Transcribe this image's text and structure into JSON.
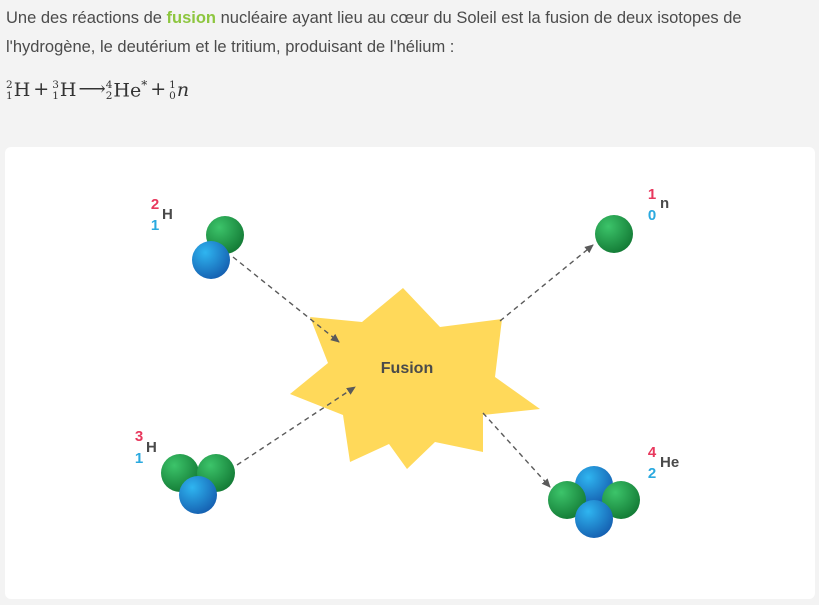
{
  "intro": {
    "before": "Une des réactions de ",
    "keyword": "fusion",
    "after": " nucléaire ayant lieu au cœur du Soleil est la fusion de deux isotopes de l'hydrogène, le deutérium et le tritium, produisant de l'hélium :"
  },
  "equation": {
    "reactant1": {
      "mass": "2",
      "atomic": "1",
      "symbol": "H"
    },
    "plus1": "+",
    "reactant2": {
      "mass": "3",
      "atomic": "1",
      "symbol": "H"
    },
    "arrow": "⟶",
    "product1": {
      "mass": "4",
      "atomic": "2",
      "symbol": "He",
      "star": "*"
    },
    "plus2": "+",
    "product2": {
      "mass": "1",
      "atomic": "0",
      "symbol": "n"
    }
  },
  "diagram": {
    "center_label": "Fusion",
    "deuterium": {
      "mass": "2",
      "atomic": "1",
      "symbol": "H"
    },
    "tritium": {
      "mass": "3",
      "atomic": "1",
      "symbol": "H"
    },
    "neutron": {
      "mass": "1",
      "atomic": "0",
      "symbol": "n"
    },
    "helium": {
      "mass": "4",
      "atomic": "2",
      "symbol": "He"
    },
    "colors": {
      "neutron": "#1f9a47",
      "proton": "#1c8ed6",
      "star": "#ffd95a",
      "mass_number": "#e8385d",
      "atomic_number": "#2aa9df",
      "keyword": "#8dc63f"
    }
  }
}
